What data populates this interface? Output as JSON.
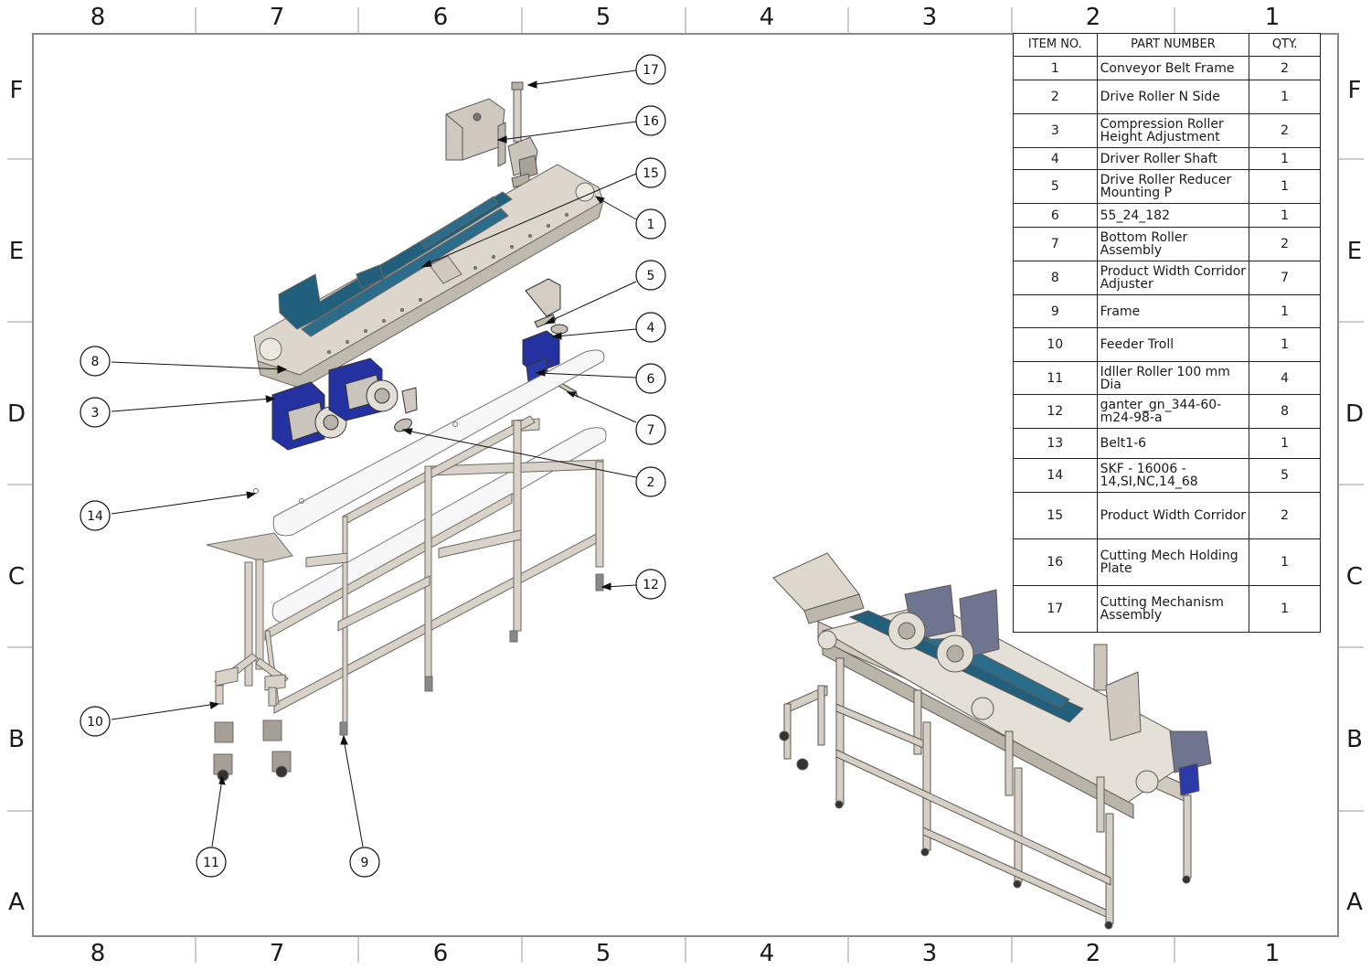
{
  "zone_columns": [
    "8",
    "7",
    "6",
    "5",
    "4",
    "3",
    "2",
    "1"
  ],
  "zone_rows": [
    "F",
    "E",
    "D",
    "C",
    "B",
    "A"
  ],
  "bom": {
    "headers": {
      "item": "ITEM NO.",
      "part": "PART NUMBER",
      "qty": "QTY."
    },
    "rows": [
      {
        "item": "1",
        "part": "Conveyor Belt Frame",
        "qty": "2"
      },
      {
        "item": "2",
        "part": "Drive Roller N Side",
        "qty": "1"
      },
      {
        "item": "3",
        "part": "Compression Roller Height Adjustment",
        "qty": "2"
      },
      {
        "item": "4",
        "part": "Driver Roller Shaft",
        "qty": "1"
      },
      {
        "item": "5",
        "part": "Drive Roller Reducer Mounting P",
        "qty": "1"
      },
      {
        "item": "6",
        "part": "55_24_182",
        "qty": "1"
      },
      {
        "item": "7",
        "part": "Bottom Roller Assembly",
        "qty": "2"
      },
      {
        "item": "8",
        "part": "Product Width Corridor Adjuster",
        "qty": "7"
      },
      {
        "item": "9",
        "part": "Frame",
        "qty": "1"
      },
      {
        "item": "10",
        "part": "Feeder Troll",
        "qty": "1"
      },
      {
        "item": "11",
        "part": "Idller Roller 100 mm Dia",
        "qty": "4"
      },
      {
        "item": "12",
        "part": "ganter_gn_344-60-m24-98-a",
        "qty": "8"
      },
      {
        "item": "13",
        "part": "Belt1-6",
        "qty": "1"
      },
      {
        "item": "14",
        "part": "SKF - 16006 - 14,SI,NC,14_68",
        "qty": "5"
      },
      {
        "item": "15",
        "part": "Product Width Corridor",
        "qty": "2"
      },
      {
        "item": "16",
        "part": "Cutting Mech Holding Plate",
        "qty": "1"
      },
      {
        "item": "17",
        "part": "Cutting Mechanism Assembly",
        "qty": "1"
      }
    ]
  },
  "balloons": [
    "17",
    "16",
    "15",
    "1",
    "5",
    "4",
    "6",
    "7",
    "2",
    "8",
    "3",
    "14",
    "12",
    "10",
    "11",
    "9"
  ],
  "colors": {
    "steel": "#d9d4cc",
    "steel_dark": "#b0aaa2",
    "belt_blue": "#1f5f7a",
    "motor_blue": "#1f2f9a",
    "line": "#1a1a1a"
  }
}
